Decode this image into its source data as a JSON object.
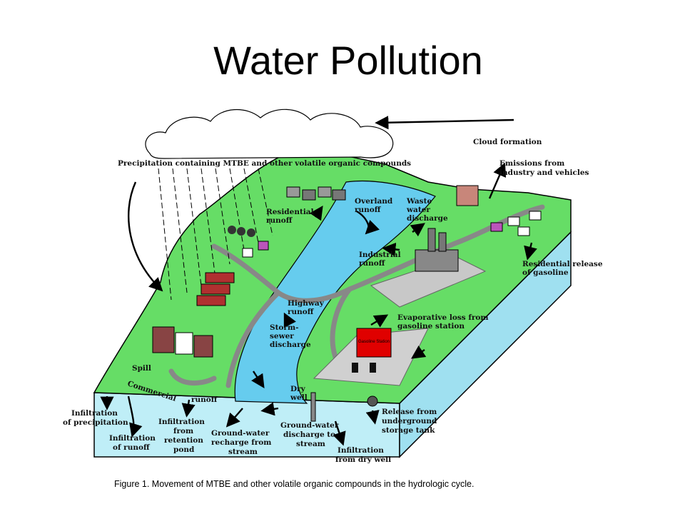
{
  "title": "Water Pollution",
  "diagram": {
    "labels": {
      "cloud_formation": "Cloud formation",
      "precipitation": "Precipitation containing MTBE and other volatile organic compounds",
      "emissions_1": "Emissions from",
      "emissions_2": "industry and vehicles",
      "residential_runoff_1": "Residential",
      "residential_runoff_2": "runoff",
      "overland_runoff_1": "Overland",
      "overland_runoff_2": "runoff",
      "waste_water_1": "Waste",
      "waste_water_2": "water",
      "waste_water_3": "discharge",
      "industrial_runoff_1": "Industrial",
      "industrial_runoff_2": "runoff",
      "residential_release_1": "Residential release",
      "residential_release_2": "of gasoline",
      "highway_runoff_1": "Highway",
      "highway_runoff_2": "runoff",
      "storm_sewer_1": "Storm-",
      "storm_sewer_2": "sewer",
      "storm_sewer_3": "discharge",
      "evaporative_loss_1": "Evaporative loss from",
      "evaporative_loss_2": "gasoline station",
      "spill": "Spill",
      "commercial": "Commercial",
      "commercial_runoff": "runoff",
      "dry_well_1": "Dry",
      "dry_well_2": "well",
      "infiltration_precip_1": "Infiltration",
      "infiltration_precip_2": "of precipitation",
      "infiltration_runoff_1": "Infiltration",
      "infiltration_runoff_2": "of runoff",
      "infiltration_pond_1": "Infiltration",
      "infiltration_pond_2": "from",
      "infiltration_pond_3": "retention",
      "infiltration_pond_4": "pond",
      "gw_recharge_1": "Ground-water",
      "gw_recharge_2": "recharge from",
      "gw_recharge_3": "stream",
      "gw_discharge_1": "Ground-water",
      "gw_discharge_2": "discharge to",
      "gw_discharge_3": "stream",
      "infiltration_drywell_1": "Infiltration",
      "infiltration_drywell_2": "from dry well",
      "release_tank_1": "Release from",
      "release_tank_2": "underground",
      "release_tank_3": "storage tank",
      "station_sign": "Gasoline Station"
    },
    "caption": "Figure 1.  Movement of MTBE and other volatile organic compounds in the hydrologic cycle.",
    "colors": {
      "land": "#66dd66",
      "water": "#66ccee",
      "ground": "#bfeef7",
      "ground_side": "#9fe0f0"
    }
  }
}
